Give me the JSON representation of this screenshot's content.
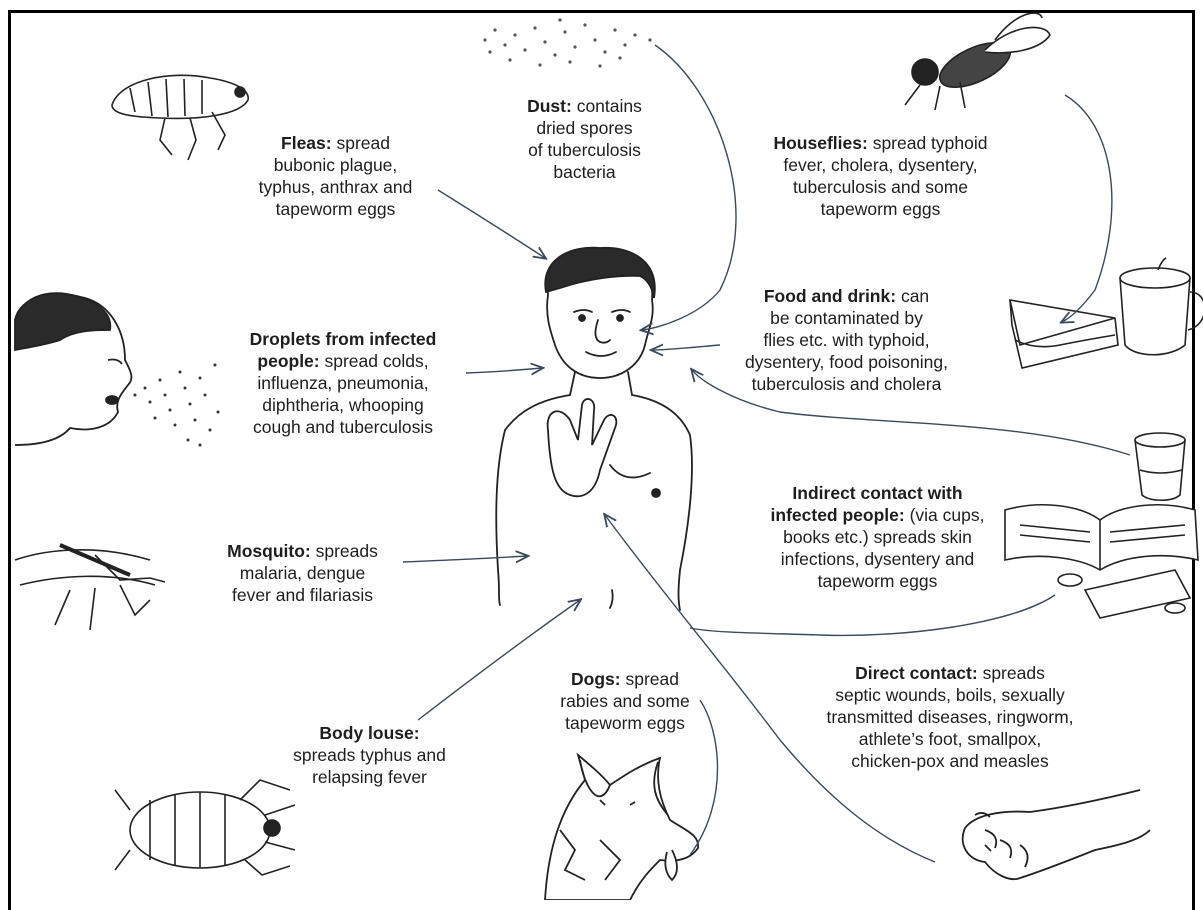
{
  "labels": {
    "fleas": {
      "head": "Fleas:",
      "line1": "spread",
      "line2": "bubonic plague,",
      "line3": "typhus, anthrax and",
      "line4": "tapeworm eggs"
    },
    "dust": {
      "head": "Dust:",
      "line1": "contains",
      "line2": "dried spores",
      "line3": "of tuberculosis",
      "line4": "bacteria"
    },
    "houseflies": {
      "head": "Houseflies:",
      "line1": "spread typhoid",
      "line2": "fever, cholera, dysentery,",
      "line3": "tuberculosis and some",
      "line4": "tapeworm eggs"
    },
    "droplets": {
      "head1": "Droplets from infected",
      "head2": "people:",
      "line2": "spread colds,",
      "line3": "influenza, pneumonia,",
      "line4": "diphtheria,  whooping",
      "line5": "cough and tuberculosis"
    },
    "food": {
      "head": "Food and drink:",
      "line1": "can",
      "line2": "be contaminated by",
      "line3": "flies etc. with typhoid,",
      "line4": "dysentery, food poisoning,",
      "line5": "tuberculosis and cholera"
    },
    "indirect": {
      "head1": "Indirect contact with",
      "head2": "infected people:",
      "line2": "(via cups,",
      "line3": "books etc.) spreads skin",
      "line4": "infections, dysentery and",
      "line5": "tapeworm eggs"
    },
    "mosquito": {
      "head": "Mosquito:",
      "line1": "spreads",
      "line2": "malaria, dengue",
      "line3": "fever and filariasis"
    },
    "dogs": {
      "head": "Dogs:",
      "line1": "spread",
      "line2": "rabies and some",
      "line3": "tapeworm eggs"
    },
    "direct": {
      "head": "Direct contact:",
      "line1": "spreads",
      "line2": "septic wounds, boils, sexually",
      "line3": "transmitted diseases, ringworm,",
      "line4": "athlete’s foot, smallpox,",
      "line5": "chicken-pox and measles"
    },
    "louse": {
      "head": "Body louse:",
      "line2": "spreads typhus and",
      "line3": "relapsing fever"
    }
  },
  "colors": {
    "arrow": "#3a4a5c",
    "ink": "#1e1e1e"
  }
}
